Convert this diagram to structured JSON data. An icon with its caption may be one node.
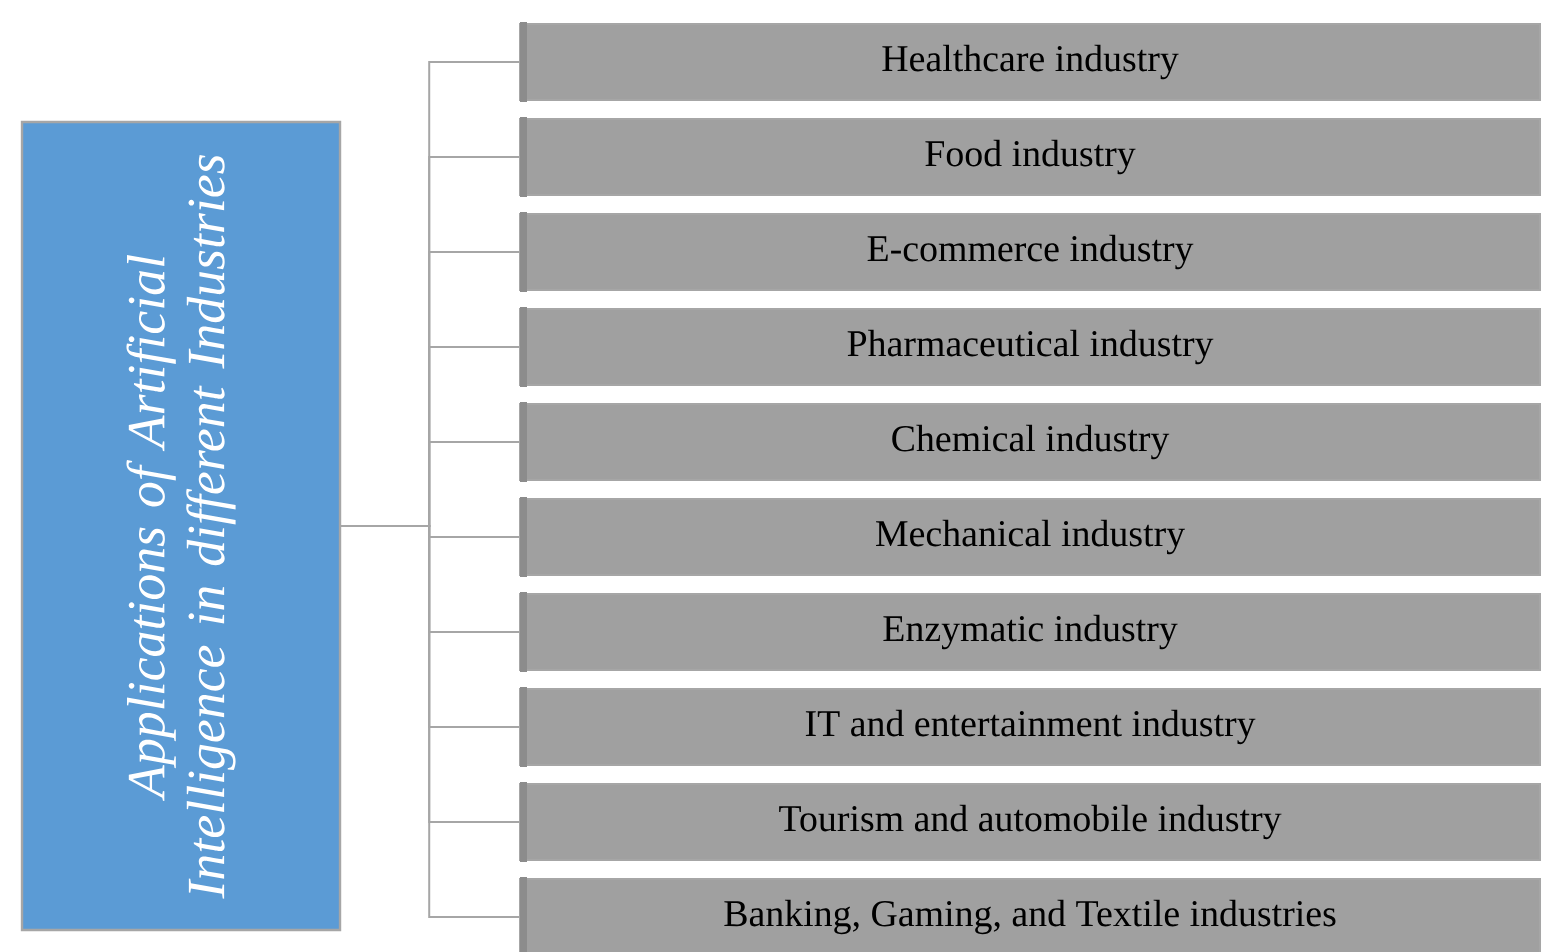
{
  "diagram": {
    "nodes": [
      {
        "text": [
          "Applications of Artificial Intelligence in different Industries"
        ]
      },
      {
        "text": [
          "Healthcare industry"
        ]
      },
      {
        "text": [
          "Food industry"
        ]
      },
      {
        "text": [
          "E-commerce industry"
        ]
      },
      {
        "text": [
          "Pharmaceutical industry"
        ]
      },
      {
        "text": [
          "Chemical industry"
        ]
      },
      {
        "text": [
          "Mechanical industry"
        ]
      },
      {
        "text": [
          "Enzymatic industry"
        ]
      },
      {
        "text": [
          "IT and entertainment industry"
        ]
      },
      {
        "text": [
          "Tourism and automobile industry"
        ]
      },
      {
        "text": [
          "Banking, Gaming, and Textile industries"
        ]
      }
    ],
    "edges": [
      {
        "from": 0,
        "to": 1,
        "arrow": "none"
      },
      {
        "from": 0,
        "to": 2,
        "arrow": "none"
      },
      {
        "from": 0,
        "to": 3,
        "arrow": "none"
      },
      {
        "from": 0,
        "to": 4,
        "arrow": "none"
      },
      {
        "from": 0,
        "to": 5,
        "arrow": "none"
      },
      {
        "from": 0,
        "to": 6,
        "arrow": "none"
      },
      {
        "from": 0,
        "to": 7,
        "arrow": "none"
      },
      {
        "from": 0,
        "to": 8,
        "arrow": "none"
      },
      {
        "from": 0,
        "to": 9,
        "arrow": "none"
      },
      {
        "from": 0,
        "to": 10,
        "arrow": "none"
      }
    ]
  }
}
